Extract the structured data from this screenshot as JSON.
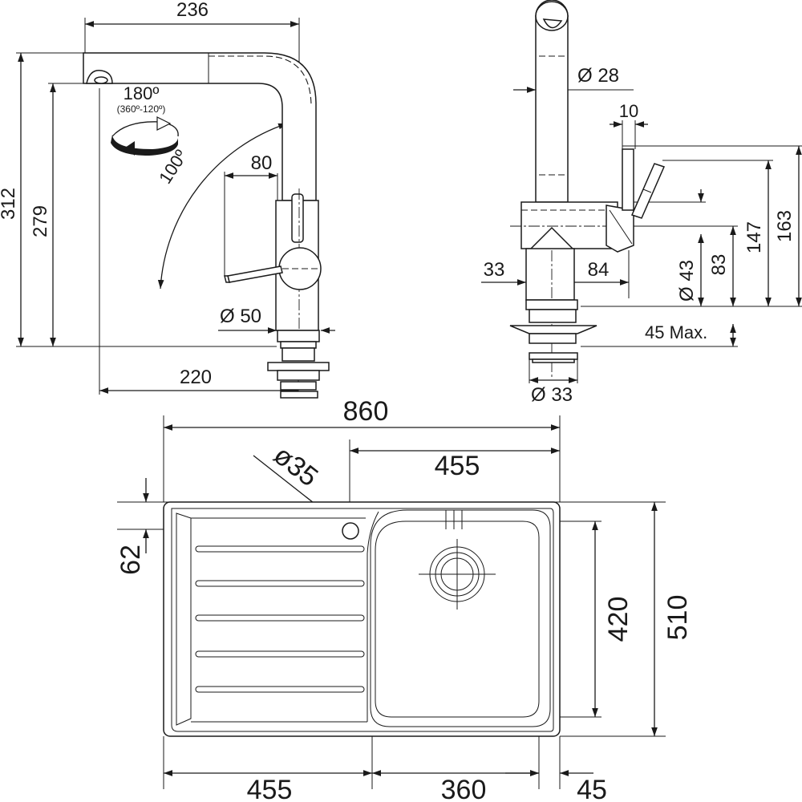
{
  "faucet_side_view": {
    "width": "236",
    "height_total": "312",
    "height_spout": "279",
    "rotation": "180º",
    "rotation_range": "(360º-120º)",
    "lever_swing": "100º",
    "lever_length": "80",
    "base_diameter": "Ø 50",
    "reach": "220"
  },
  "faucet_front_view": {
    "tube_diameter": "Ø 28",
    "lever_width": "10",
    "body_height": "83",
    "body_diameter": "Ø 43",
    "lever_height": "147",
    "total_height": "163",
    "left_offset": "33",
    "body_width": "84",
    "deck_thickness": "45 Max.",
    "shank_diameter": "Ø 33"
  },
  "sink_plan": {
    "overall_width": "860",
    "bowl_offset": "455",
    "tap_hole": "ø35",
    "tap_hole_inset": "62",
    "bowl_length": "420",
    "overall_depth": "510",
    "drainer_width": "455",
    "bowl_width": "360",
    "rim_right": "45"
  }
}
